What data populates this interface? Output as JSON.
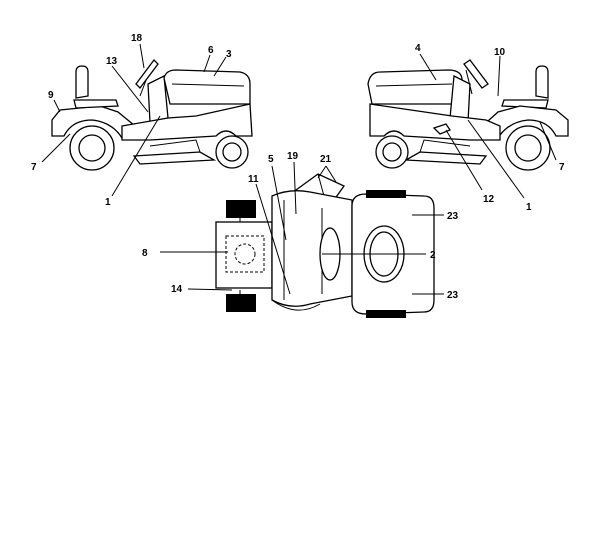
{
  "header_fragments": {
    "left": "",
    "right": ""
  },
  "callouts": {
    "c1": "1",
    "c2": "2",
    "c3": "3",
    "c4": "4",
    "c5": "5",
    "c6": "6",
    "c7": "7",
    "c8": "8",
    "c9": "9",
    "c10": "10",
    "c11": "11",
    "c12": "12",
    "c13": "13",
    "c14": "14",
    "c18": "18",
    "c19": "19",
    "c21": "21",
    "c23": "23"
  },
  "colors": {
    "line": "#000000",
    "background": "#ffffff"
  }
}
